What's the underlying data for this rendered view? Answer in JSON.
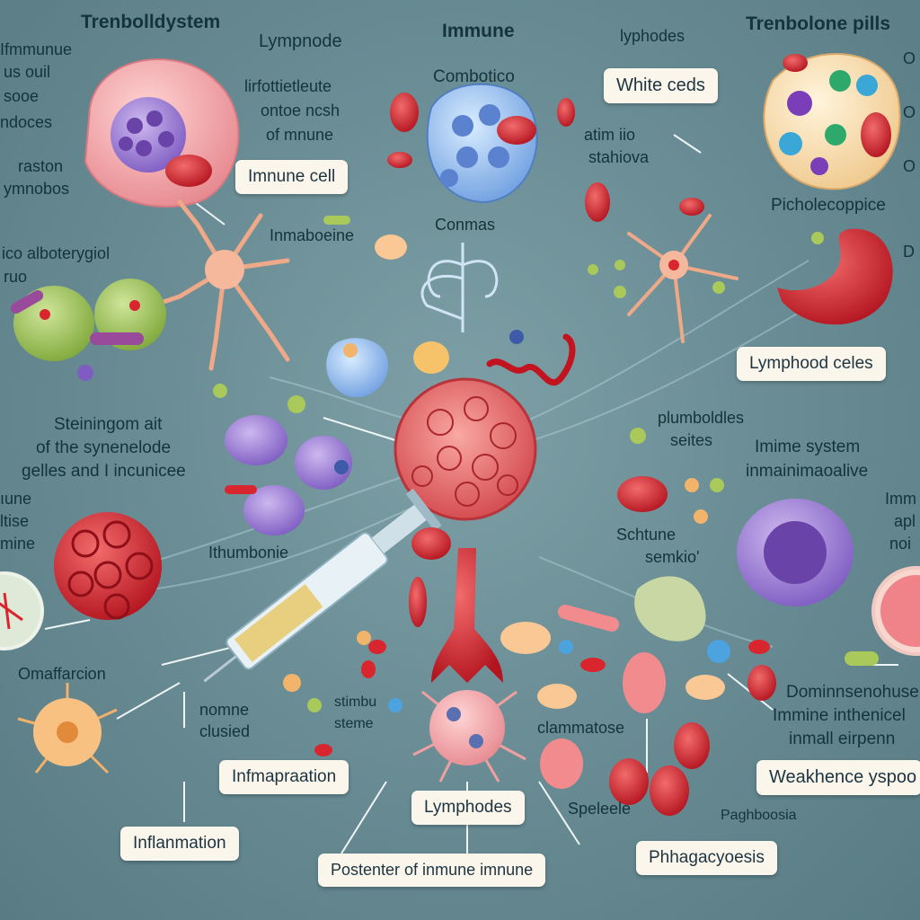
{
  "labels": {
    "title_left": "Trenbolldystem",
    "title_center": "Immune",
    "title_right": "Trenbolone pills",
    "lymph_top": "Lympnode",
    "lymph_top_right": "lyphodes",
    "left_top_1": "Ifmmunue",
    "left_top_2": "us ouil",
    "left_top_3": "sooe",
    "left_top_4": "ndoces",
    "left_mid_1": "raston",
    "left_mid_2": "ymnobos",
    "left_albo": "ico alboterygiol",
    "left_albo_2": "ruo",
    "center_desc_1": "lirfottietleute",
    "center_desc_2": "ontoe ncsh",
    "center_desc_3": "of mnune",
    "combo": "Combotico",
    "atim_1": "atim iio",
    "atim_2": "stahiova",
    "inmab": "Inmaboeine",
    "conmas": "Conmas",
    "picho": "Picholecoppice",
    "stein_1": "Steiningom ait",
    "stein_2": "of the synenelode",
    "stein_3": "gelles and I incunicee",
    "plumb_1": "plumboldles",
    "plumb_2": "seites",
    "imme_system": "Imime system",
    "inmain": "inmainimaoalive",
    "left_edge_1": "ıune",
    "left_edge_2": "ltise",
    "left_edge_3": "mine",
    "right_edge_1": "Imm",
    "right_edge_2": "apl",
    "right_edge_3": "noi",
    "right_edge_top_1": "O",
    "right_edge_top_2": "O",
    "right_edge_top_3": "O",
    "right_edge_top_4": "D",
    "ithum": "Ithumbonie",
    "schtune_1": "Schtune",
    "schtune_2": "semkio'",
    "omalf": "Omaffarcion",
    "nomne_1": "nomne",
    "nomne_2": "clusied",
    "stimb_1": "stimbu",
    "stimb_2": "steme",
    "clamma": "clammatose",
    "domin_1": "Dominnsenohuse",
    "domin_2": "Immine inthenicel",
    "domin_3": "inmall eirpenn",
    "spele": "Speleele",
    "pagh": "Paghboosia"
  },
  "boxes": {
    "white_ceds": "White ceds",
    "immune_cell": "Imnune cell",
    "lymphood": "Lymphood celes",
    "infmap": "Infmapraation",
    "inflammation": "Inflanmation",
    "lymphodes": "Lymphodes",
    "postenter": "Postenter of inmune imnune",
    "phhagacy": "Phhagacyoesis",
    "weakhence": "Weakhence yspoo"
  },
  "colors": {
    "background": "#6b8e96",
    "red_cell": "#d9262e",
    "label_box": "#fbf6ec",
    "text": "#14333a"
  }
}
